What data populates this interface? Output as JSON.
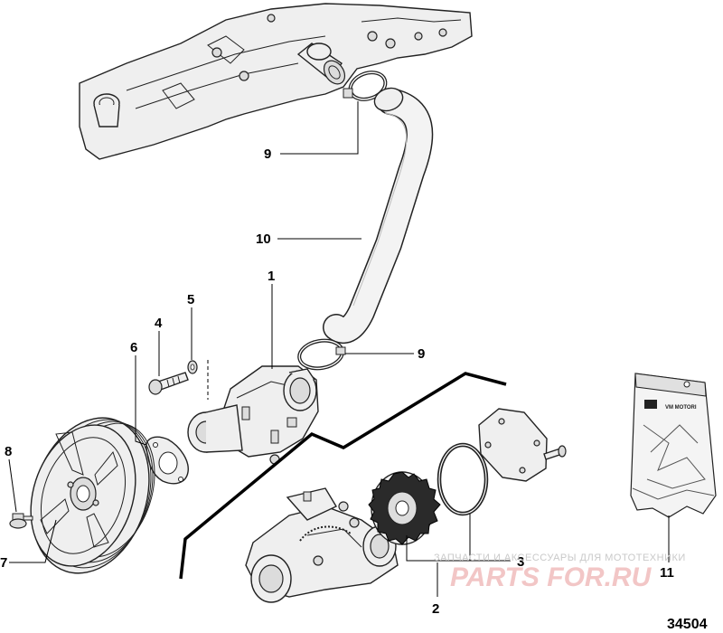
{
  "diagram": {
    "reference_number": "34504",
    "callouts": [
      {
        "id": "c1",
        "label": "1"
      },
      {
        "id": "c2",
        "label": "2"
      },
      {
        "id": "c3",
        "label": "3"
      },
      {
        "id": "c4",
        "label": "4"
      },
      {
        "id": "c5",
        "label": "5"
      },
      {
        "id": "c6",
        "label": "6"
      },
      {
        "id": "c7",
        "label": "7"
      },
      {
        "id": "c8",
        "label": "8"
      },
      {
        "id": "c9a",
        "label": "9"
      },
      {
        "id": "c9b",
        "label": "9"
      },
      {
        "id": "c10",
        "label": "10"
      },
      {
        "id": "c11",
        "label": "11"
      }
    ],
    "package_label": "VM MOTORI",
    "watermark": {
      "line1": "ЗАПЧАСТИ И АКСЕССУАРЫ ДЛЯ МОТОТЕХНИКИ",
      "line2": "PARTS FOR.RU"
    }
  }
}
